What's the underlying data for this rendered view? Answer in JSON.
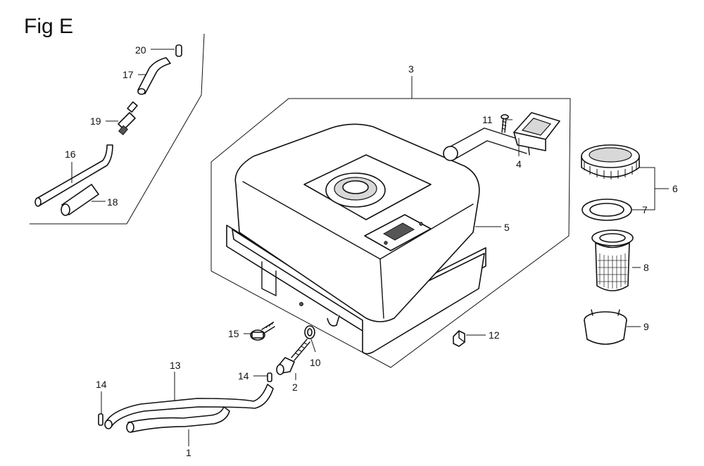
{
  "figure": {
    "title": "Fig E"
  },
  "callouts": {
    "c1": "1",
    "c2": "2",
    "c3": "3",
    "c4": "4",
    "c5": "5",
    "c6": "6",
    "c7": "7",
    "c8": "8",
    "c9": "9",
    "c10": "10",
    "c11": "11",
    "c12": "12",
    "c13": "13",
    "c14": "14",
    "c15": "15",
    "c16": "16",
    "c17": "17",
    "c18": "18",
    "c19": "19",
    "c20": "20"
  }
}
